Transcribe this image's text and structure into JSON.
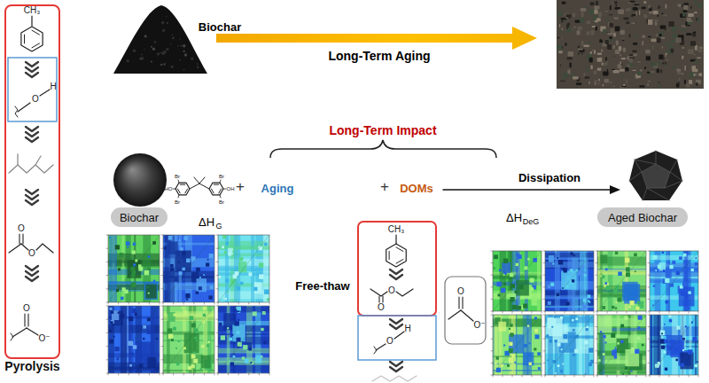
{
  "diagram": {
    "nodes": [
      {
        "text": [
          "Pyrolysis"
        ]
      },
      {
        "text": [
          "Biochar"
        ]
      },
      {
        "text": [
          "Aged Biochar"
        ]
      }
    ],
    "labels": [
      "CH₃",
      "Biochar",
      "Long-Term Aging",
      "O",
      "H",
      "Long-Term Impact",
      "Br",
      "Br",
      "HO",
      "OH",
      "Br",
      "Br",
      "+",
      "Aging",
      "+",
      "DOMs",
      "Dissipation",
      "ΔH",
      "G",
      "ΔH",
      "DeG",
      "CH₃",
      "O",
      "O",
      "O",
      "O",
      "Free-thaw",
      "O",
      "O",
      "O",
      "H",
      "O⁻",
      "O⁻"
    ]
  }
}
